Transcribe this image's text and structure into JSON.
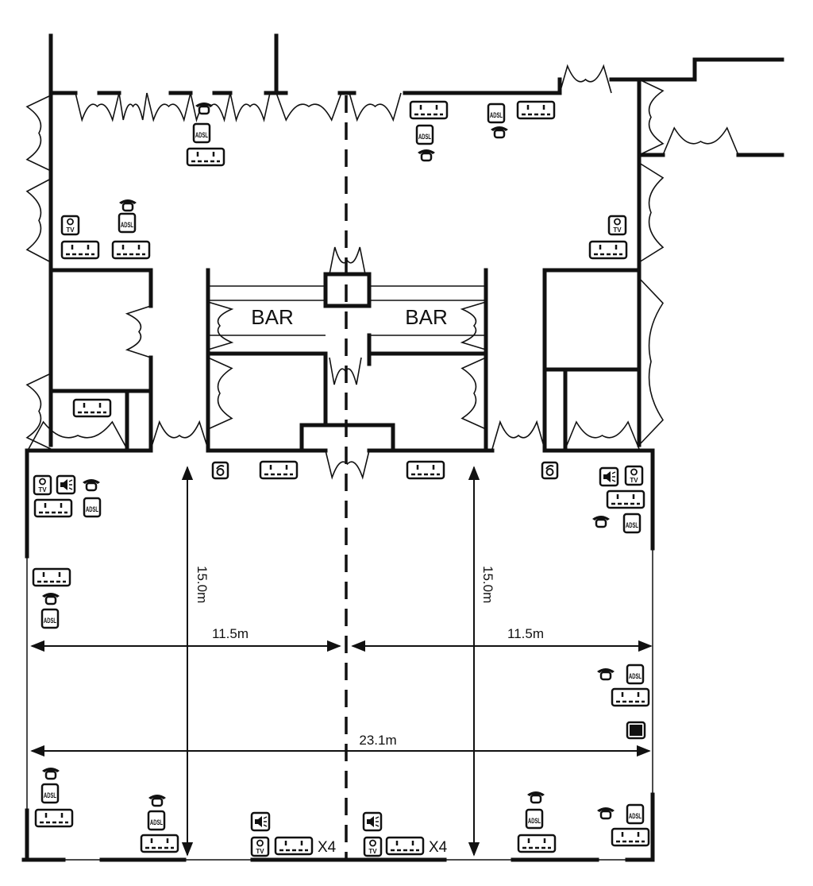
{
  "rooms": {
    "bar_left": "BAR",
    "bar_right": "BAR"
  },
  "dimensions": {
    "height_left": "15.0m",
    "height_right": "15.0m",
    "width_left": "11.5m",
    "width_right": "11.5m",
    "width_total": "23.1m"
  },
  "multipliers": {
    "left": "X4",
    "right": "X4"
  },
  "icon_text": {
    "adsl": "ADSL",
    "tv": "TV"
  },
  "legend_icons": [
    "double-socket-icon",
    "telephone-icon",
    "adsl-icon",
    "tv-aerial-icon",
    "speaker-icon",
    "camera-icon",
    "screen-icon"
  ],
  "colors": {
    "ink": "#111111",
    "background": "#ffffff"
  }
}
